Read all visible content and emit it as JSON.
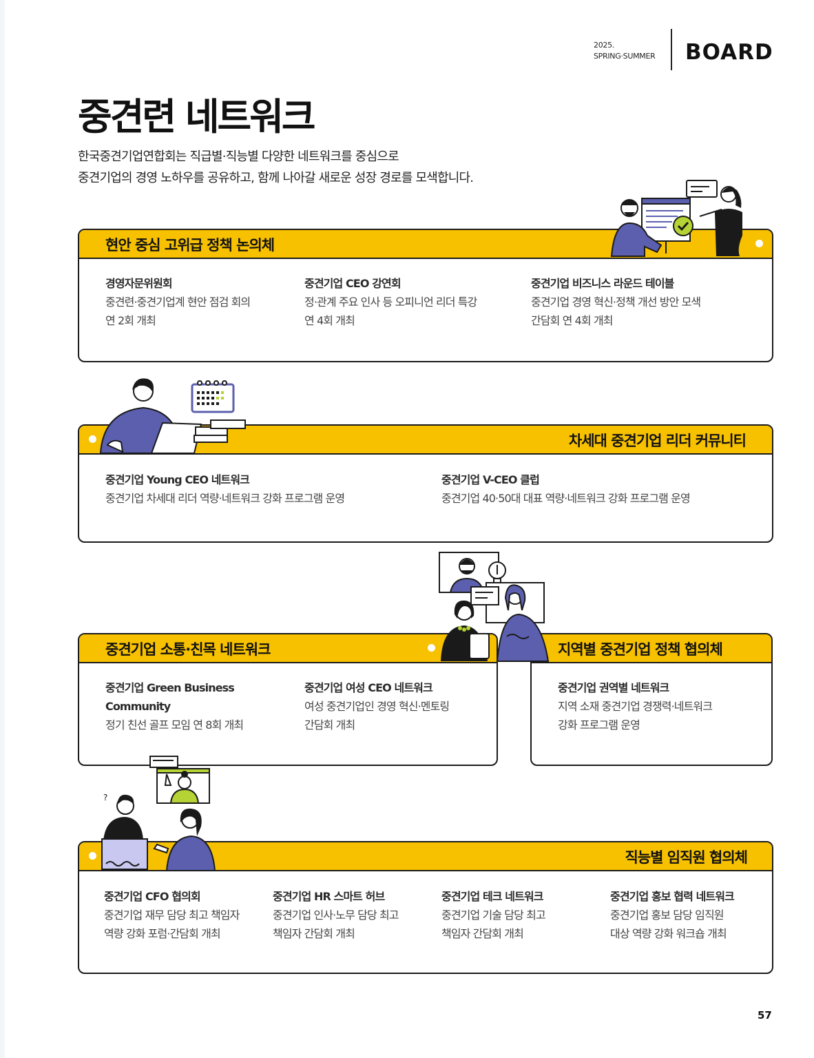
{
  "header": {
    "year": "2025.",
    "season": "SPRING·SUMMER",
    "section": "BOARD"
  },
  "title": "중견련 네트워크",
  "intro": [
    "한국중견기업연합회는 직급별·직능별 다양한 네트워크를 중심으로",
    "중견기업의 경영 노하우를 공유하고, 함께 나아갈 새로운 성장 경로를 모색합니다."
  ],
  "colors": {
    "accent": "#f7c100",
    "outline": "#1a1a1a",
    "illustration_purple": "#5b5fae",
    "illustration_lime": "#b5d334"
  },
  "sections": [
    {
      "title": "현안 중심 고위급 정책 논의체",
      "items": [
        {
          "title": "경영자문위원회",
          "desc": [
            "중견련·중견기업계 현안 점검 회의",
            "연 2회 개최"
          ]
        },
        {
          "title": "중견기업 CEO 강연회",
          "desc": [
            "정·관계 주요 인사 등 오피니언 리더 특강",
            "연 4회 개최"
          ]
        },
        {
          "title": "중견기업 비즈니스 라운드 테이블",
          "desc": [
            "중견기업 경영 혁신·정책 개선 방안 모색",
            "간담회 연 4회 개최"
          ]
        }
      ]
    },
    {
      "title": "차세대 중견기업 리더 커뮤니티",
      "items": [
        {
          "title": "중견기업 Young CEO 네트워크",
          "desc": [
            "중견기업 차세대 리더 역량·네트워크 강화 프로그램 운영"
          ]
        },
        {
          "title": "중견기업 V-CEO 클럽",
          "desc": [
            "중견기업 40·50대 대표 역량·네트워크 강화 프로그램 운영"
          ]
        }
      ]
    },
    {
      "title": "중견기업 소통·친목 네트워크",
      "items": [
        {
          "title": [
            "중견기업 Green Business",
            "Community"
          ],
          "desc": [
            "정기 친선 골프 모임 연 8회 개최"
          ]
        },
        {
          "title": "중견기업 여성 CEO 네트워크",
          "desc": [
            "여성 중견기업인 경영 혁신·멘토링",
            "간담회 개최"
          ]
        }
      ]
    },
    {
      "title": "지역별 중견기업 정책 협의체",
      "items": [
        {
          "title": "중견기업 권역별 네트워크",
          "desc": [
            "지역 소재 중견기업 경쟁력·네트워크",
            "강화 프로그램 운영"
          ]
        }
      ]
    },
    {
      "title": "직능별 임직원 협의체",
      "items": [
        {
          "title": "중견기업 CFO 협의회",
          "desc": [
            "중견기업 재무 담당 최고 책임자",
            "역량 강화 포럼·간담회 개최"
          ]
        },
        {
          "title": "중견기업 HR 스마트 허브",
          "desc": [
            "중견기업 인사·노무 담당 최고",
            "책임자 간담회 개최"
          ]
        },
        {
          "title": "중견기업 테크 네트워크",
          "desc": [
            "중견기업 기술 담당 최고",
            "책임자 간담회 개최"
          ]
        },
        {
          "title": "중견기업 홍보 협력 네트워크",
          "desc": [
            "중견기업 홍보 담당 임직원",
            "대상 역량 강화 워크숍 개최"
          ]
        }
      ]
    }
  ],
  "page_number": "57"
}
